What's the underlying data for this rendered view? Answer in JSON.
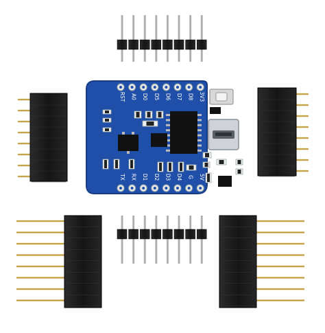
{
  "colors": {
    "background": "#ffffff",
    "pcb_blue": "#1f4fa8",
    "pcb_blue_dark": "#173c86",
    "silkscreen": "#ffffff",
    "header_plastic": "#1a1a1a",
    "pin_gold": "#c9a23a",
    "pin_silver": "#bdbdbd",
    "chip_black": "#111111",
    "usb_metal": "#cfd3d8"
  },
  "board": {
    "top_labels": [
      "RST",
      "A0",
      "D0",
      "D5",
      "D6",
      "D7",
      "D8",
      "3V3"
    ],
    "bottom_labels": [
      "TX",
      "RX",
      "D1",
      "D2",
      "D3",
      "D4",
      "G",
      "5V"
    ]
  }
}
